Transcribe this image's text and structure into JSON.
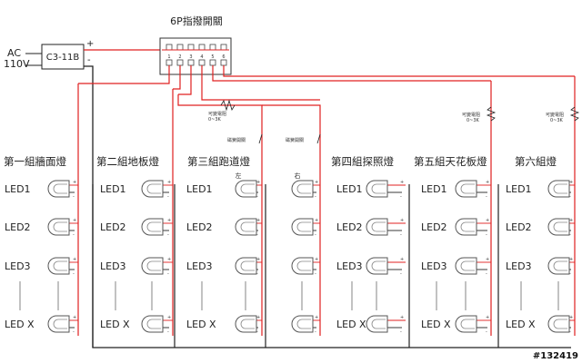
{
  "title": "6P指撥開關",
  "source": {
    "ac": "AC",
    "voltage": "110V"
  },
  "converter": {
    "label": "C3-11B",
    "plus": "+",
    "minus": "-"
  },
  "switch_pins": [
    "1",
    "2",
    "3",
    "4",
    "5",
    "6"
  ],
  "groups": [
    {
      "label": "第一組牆面燈"
    },
    {
      "label": "第二組地板燈"
    },
    {
      "label": "第三組跑道燈"
    },
    {
      "label": "第四組探照燈"
    },
    {
      "label": "第五組天花板燈"
    },
    {
      "label": "第六組燈"
    }
  ],
  "side_labels": {
    "left": "左",
    "right": "右"
  },
  "led_labels": [
    "LED1",
    "LED2",
    "LED3",
    "LED X"
  ],
  "pot_label": "可變電阻",
  "pot_range": "0~3K",
  "relay_label": "磁簧開關",
  "polarity": {
    "plus": "+",
    "minus": "-"
  },
  "watermark": "#132419",
  "colors": {
    "positive": "#e02020",
    "negative": "#222222"
  }
}
